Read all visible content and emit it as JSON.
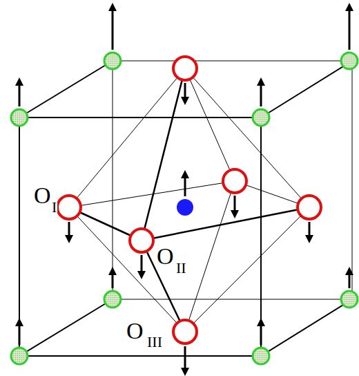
{
  "diagram": {
    "labels": [
      "O",
      "I",
      "O",
      "II",
      "O",
      "III"
    ]
  }
}
